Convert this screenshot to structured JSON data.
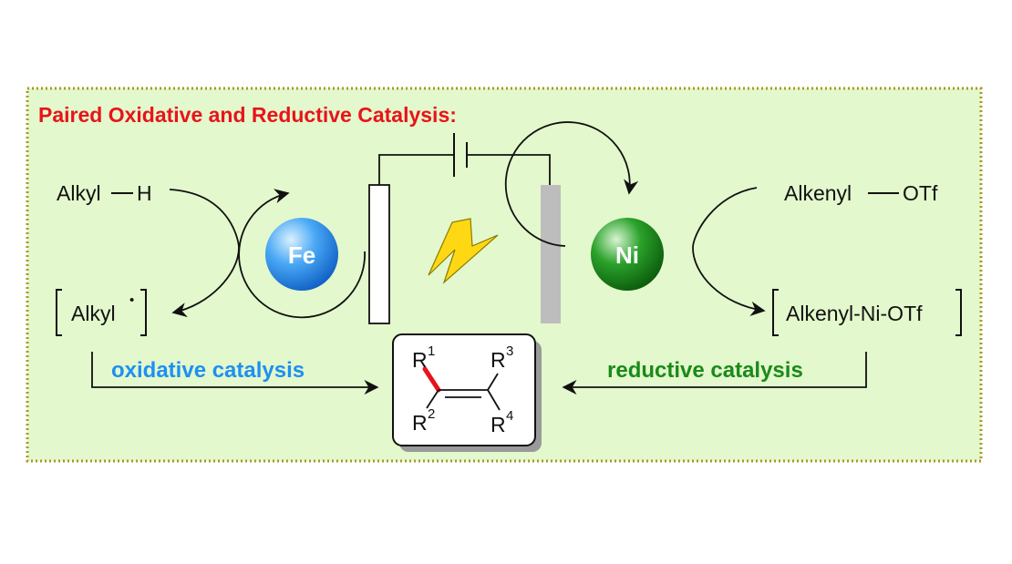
{
  "title": "Paired Oxidative and Reductive Catalysis:",
  "left": {
    "substrate": "Alkyl",
    "substrate_atom": "H",
    "intermediate": "Alkyl",
    "radical_dot": "•",
    "metal": "Fe",
    "catalysis_label": "oxidative catalysis"
  },
  "right": {
    "substrate": "Alkenyl",
    "substrate_group": "OTf",
    "intermediate": "Alkenyl-Ni-OTf",
    "metal": "Ni",
    "catalysis_label": "reductive catalysis"
  },
  "product": {
    "r1": "R",
    "r1_sup": "1",
    "r2": "R",
    "r2_sup": "2",
    "r3": "R",
    "r3_sup": "3",
    "r4": "R",
    "r4_sup": "4"
  },
  "colors": {
    "panel_bg": "#e3f8cc",
    "panel_border": "#a69a26",
    "title": "#e8141a",
    "oxidative": "#1e90f2",
    "reductive": "#1a8a1a",
    "fe_sphere": "#2b8cf0",
    "ni_sphere": "#1d8c1d",
    "new_bond": "#e8141a",
    "cathode": "#bdbdbd",
    "bolt": "#ffd814"
  },
  "icons": {
    "power": "lightning-bolt-icon"
  }
}
